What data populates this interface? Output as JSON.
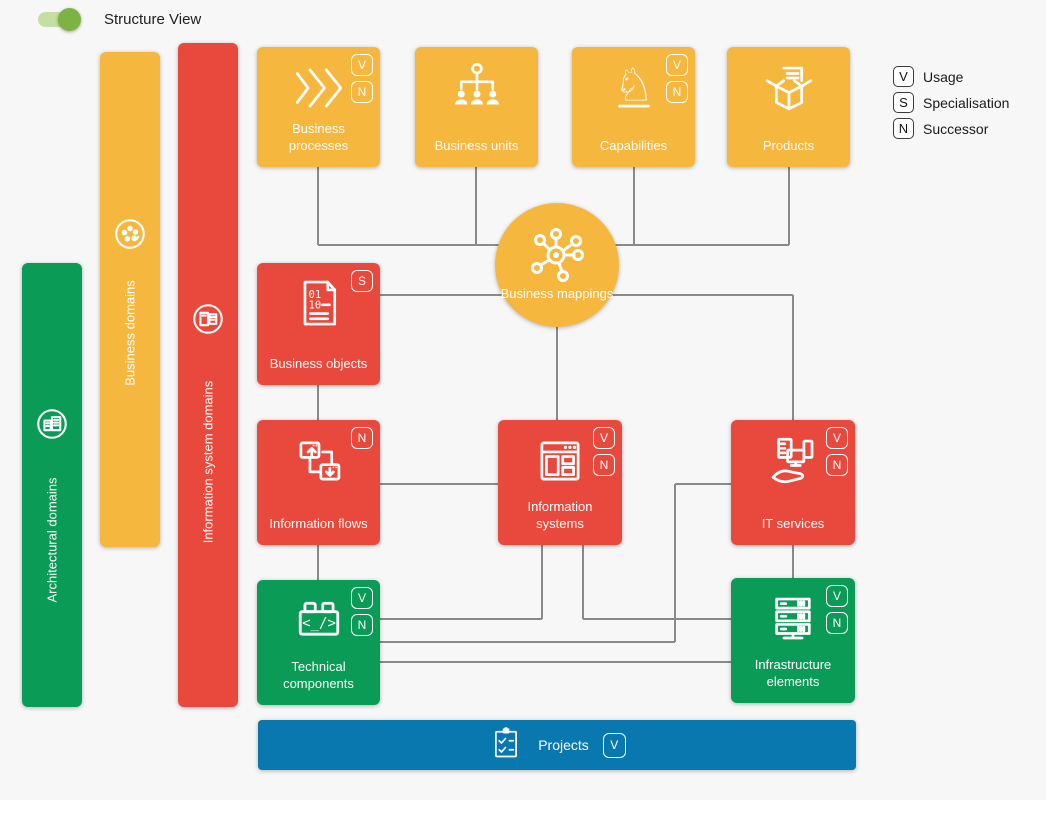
{
  "header": {
    "toggle_label": "Structure View",
    "toggle_state": "on"
  },
  "legend": {
    "items": [
      {
        "key": "V",
        "label": "Usage"
      },
      {
        "key": "S",
        "label": "Specialisation"
      },
      {
        "key": "N",
        "label": "Successor"
      }
    ]
  },
  "bars": {
    "architectural": {
      "label": "Architectural domains",
      "icon": "buildings-icon",
      "color": "#0A9B57"
    },
    "business": {
      "label": "Business domains",
      "icon": "flower-icon",
      "color": "#F6B73E"
    },
    "info_system": {
      "label": "Information system domains",
      "icon": "device-icon",
      "color": "#E8493C"
    }
  },
  "nodes": {
    "business_processes": {
      "label": "Business processes",
      "badges": [
        "V",
        "N"
      ],
      "icon": "chevrons-icon",
      "color": "#F6B73E"
    },
    "business_units": {
      "label": "Business units",
      "badges": [],
      "icon": "org-chart-icon",
      "color": "#F6B73E"
    },
    "capabilities": {
      "label": "Capabilities",
      "badges": [
        "V",
        "N"
      ],
      "icon": "knight-icon",
      "color": "#F6B73E"
    },
    "products": {
      "label": "Products",
      "badges": [],
      "icon": "open-box-icon",
      "color": "#F6B73E"
    },
    "business_mappings": {
      "label": "Business mappings",
      "badges": [],
      "icon": "hub-icon",
      "color": "#F6B73E"
    },
    "business_objects": {
      "label": "Business objects",
      "badges": [
        "S"
      ],
      "icon": "data-document-icon",
      "color": "#E8493C"
    },
    "information_flows": {
      "label": "Information flows",
      "badges": [
        "N"
      ],
      "icon": "window-flow-icon",
      "color": "#E8493C"
    },
    "information_systems": {
      "label": "Information systems",
      "badges": [
        "V",
        "N"
      ],
      "icon": "app-window-icon",
      "color": "#E8493C"
    },
    "it_services": {
      "label": "IT services",
      "badges": [
        "V",
        "N"
      ],
      "icon": "service-hand-icon",
      "color": "#E8493C"
    },
    "technical_components": {
      "label": "Technical components",
      "badges": [
        "V",
        "N"
      ],
      "icon": "code-brick-icon",
      "color": "#0A9B57"
    },
    "infrastructure_elements": {
      "label": "Infrastructure elements",
      "badges": [
        "V",
        "N"
      ],
      "icon": "server-stack-icon",
      "color": "#0A9B57"
    },
    "projects": {
      "label": "Projects",
      "badges": [
        "V"
      ],
      "icon": "clipboard-icon",
      "color": "#0878AE"
    }
  },
  "connectors": {
    "color": "#8A8A8A",
    "width": 2,
    "segments": [
      [
        318,
        167,
        318,
        245
      ],
      [
        476,
        167,
        476,
        245
      ],
      [
        634,
        167,
        634,
        245
      ],
      [
        789,
        167,
        789,
        245
      ],
      [
        318,
        245,
        789,
        245
      ],
      [
        380,
        295,
        793,
        295
      ],
      [
        793,
        295,
        793,
        420
      ],
      [
        318,
        385,
        318,
        420
      ],
      [
        557,
        327,
        557,
        420
      ],
      [
        380,
        484,
        498,
        484
      ],
      [
        318,
        545,
        318,
        580
      ],
      [
        542,
        545,
        542,
        619
      ],
      [
        380,
        619,
        542,
        619
      ],
      [
        583,
        545,
        583,
        619
      ],
      [
        583,
        619,
        731,
        619
      ],
      [
        731,
        484,
        675,
        484
      ],
      [
        675,
        484,
        675,
        642
      ],
      [
        380,
        642,
        675,
        642
      ],
      [
        380,
        662,
        731,
        662
      ],
      [
        793,
        545,
        793,
        578
      ]
    ]
  },
  "colors": {
    "amber": "#F6B73E",
    "red": "#E8493C",
    "green": "#0A9B57",
    "blue": "#0878AE",
    "connector": "#8A8A8A",
    "background": "#F7F7F7",
    "toggle_track": "#C5DFA0",
    "toggle_knob": "#7CB342"
  }
}
